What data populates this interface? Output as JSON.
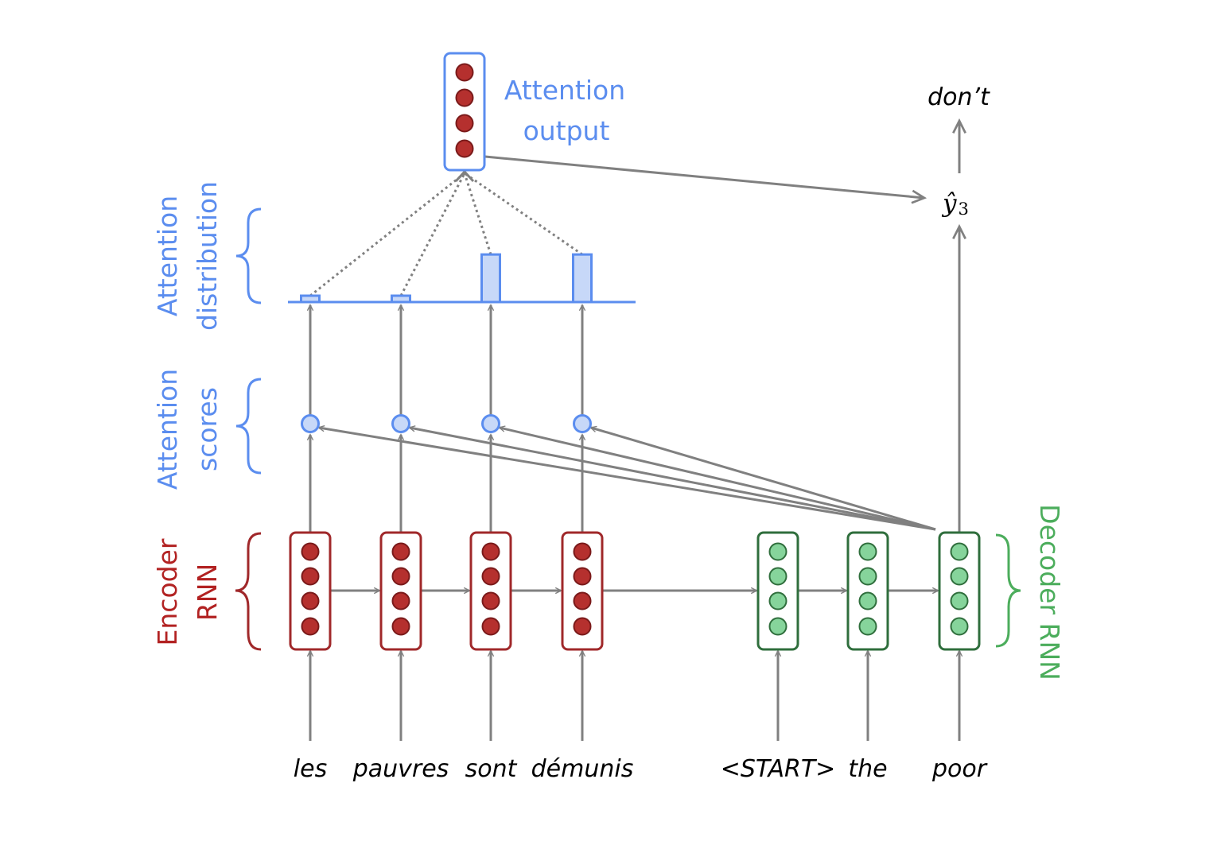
{
  "colors": {
    "encoder": "#a0282a",
    "encoder_fill": "#b5302e",
    "decoder": "#2f6e3c",
    "decoder_fill": "#86d49b",
    "attention": "#5b8def",
    "attention_fill": "#c7d8f8",
    "arrow": "#808080",
    "encoder_label": "#b22222",
    "decoder_label": "#4cad5c"
  },
  "labels": {
    "encoder_line1": "Encoder",
    "encoder_line2": "RNN",
    "decoder": "Decoder RNN",
    "scores_line1": "Attention",
    "scores_line2": "scores",
    "distribution_line1": "Attention",
    "distribution_line2": "distribution",
    "output_line1": "Attention",
    "output_line2": "output",
    "y_hat": "ŷ",
    "y_hat_sub": "3",
    "output_word": "don’t"
  },
  "source_words": [
    "les",
    "pauvres",
    "sont",
    "démunis"
  ],
  "target_words": [
    "<START>",
    "the",
    "poor"
  ],
  "attention_weights": [
    0.12,
    0.12,
    0.95,
    0.95
  ]
}
